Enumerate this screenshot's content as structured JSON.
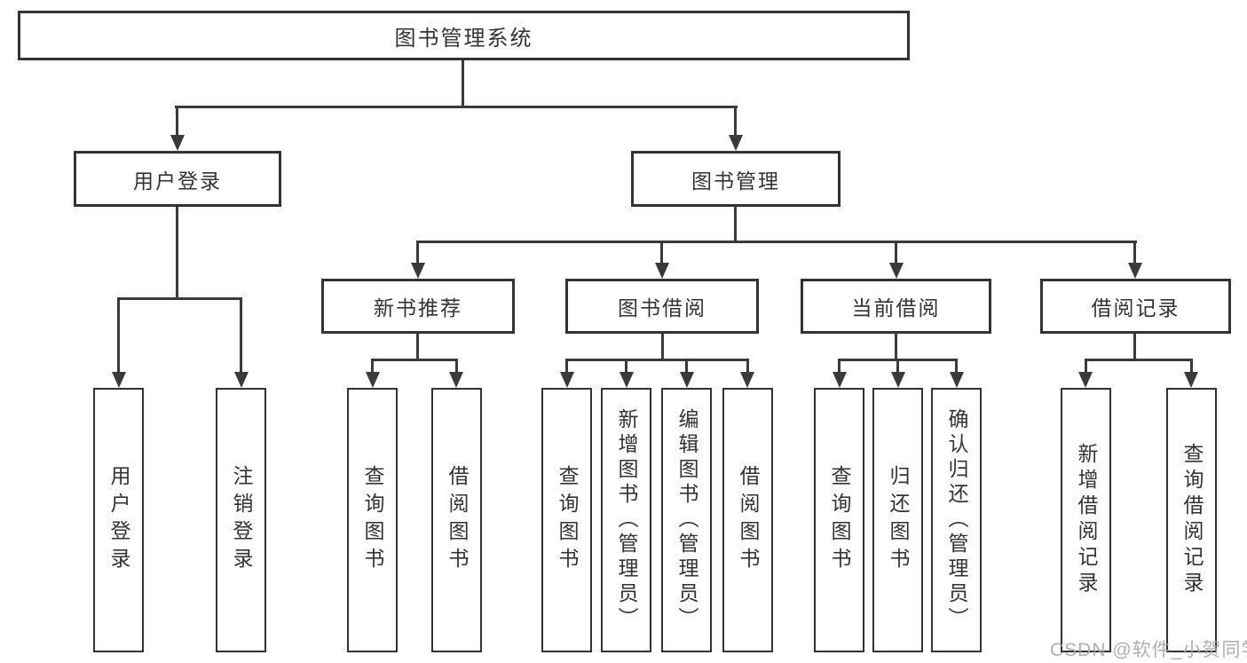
{
  "diagram_type": "hierarchy",
  "tree": {
    "label": "图书管理系统",
    "children": [
      {
        "label": "用户登录",
        "children": [
          {
            "label": "用户登录"
          },
          {
            "label": "注销登录"
          }
        ]
      },
      {
        "label": "图书管理",
        "children": [
          {
            "label": "新书推荐",
            "children": [
              {
                "label": "查询图书"
              },
              {
                "label": "借阅图书"
              }
            ]
          },
          {
            "label": "图书借阅",
            "children": [
              {
                "label": "查询图书"
              },
              {
                "label": "新增图书（管理员）"
              },
              {
                "label": "编辑图书（管理员）"
              },
              {
                "label": "借阅图书"
              }
            ]
          },
          {
            "label": "当前借阅",
            "children": [
              {
                "label": "查询图书"
              },
              {
                "label": "归还图书"
              },
              {
                "label": "确认归还（管理员）"
              }
            ]
          },
          {
            "label": "借阅记录",
            "children": [
              {
                "label": "新增借阅记录"
              },
              {
                "label": "查询借阅记录"
              }
            ]
          }
        ]
      }
    ]
  },
  "watermark": "CSDN @软件_小贺同学",
  "colors": {
    "background": "#ffffff",
    "line": "#3a3a3a",
    "border": "#333333",
    "text": "#333333",
    "watermark": "#a8a8a8"
  }
}
